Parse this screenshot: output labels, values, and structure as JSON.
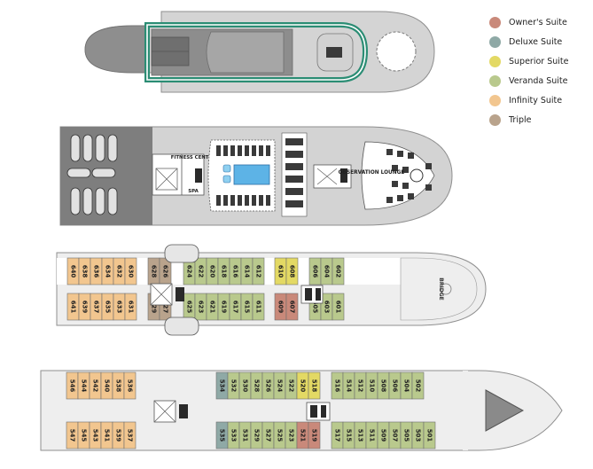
{
  "colors": {
    "owners": "#c9897a",
    "deluxe": "#8fa9a6",
    "superior": "#e3d964",
    "veranda": "#b9c98d",
    "infinity": "#f2c68f",
    "triple": "#b9a38c",
    "hull": "#d0d0d0",
    "hull_dark": "#8a8a8a",
    "track": "#2b8d74"
  },
  "legend": [
    {
      "label": "Owner's Suite",
      "color": "#c9897a"
    },
    {
      "label": "Deluxe Suite",
      "color": "#8fa9a6"
    },
    {
      "label": "Superior Suite",
      "color": "#e3d964"
    },
    {
      "label": "Veranda Suite",
      "color": "#b9c98d"
    },
    {
      "label": "Infinity Suite",
      "color": "#f2c68f"
    },
    {
      "label": "Triple",
      "color": "#b9a38c"
    }
  ],
  "deck7": {},
  "deck6": {
    "fitness_label": "FITNESS CENTER",
    "spa_label": "SPA",
    "lounge_label": "OBSERVATION LOUNGE"
  },
  "deck6_cabins": {
    "bridge_label": "BRIDGE",
    "top_row": [
      {
        "num": "640",
        "type": "infinity"
      },
      {
        "num": "638",
        "type": "infinity"
      },
      {
        "num": "636",
        "type": "infinity"
      },
      {
        "num": "634",
        "type": "infinity"
      },
      {
        "num": "632",
        "type": "infinity"
      },
      {
        "num": "630",
        "type": "infinity"
      },
      {
        "num": "628",
        "type": "triple"
      },
      {
        "num": "626",
        "type": "triple"
      },
      {
        "num": "624",
        "type": "veranda"
      },
      {
        "num": "622",
        "type": "veranda"
      },
      {
        "num": "620",
        "type": "veranda"
      },
      {
        "num": "618",
        "type": "veranda"
      },
      {
        "num": "616",
        "type": "veranda"
      },
      {
        "num": "614",
        "type": "veranda"
      },
      {
        "num": "612",
        "type": "veranda"
      },
      {
        "num": "610",
        "type": "superior"
      },
      {
        "num": "608",
        "type": "superior"
      },
      {
        "num": "606",
        "type": "veranda"
      },
      {
        "num": "604",
        "type": "veranda"
      },
      {
        "num": "602",
        "type": "veranda"
      }
    ],
    "bottom_row": [
      {
        "num": "641",
        "type": "infinity"
      },
      {
        "num": "639",
        "type": "infinity"
      },
      {
        "num": "637",
        "type": "infinity"
      },
      {
        "num": "635",
        "type": "infinity"
      },
      {
        "num": "633",
        "type": "infinity"
      },
      {
        "num": "631",
        "type": "infinity"
      },
      {
        "num": "629",
        "type": "triple"
      },
      {
        "num": "627",
        "type": "triple"
      },
      {
        "num": "625",
        "type": "veranda"
      },
      {
        "num": "623",
        "type": "veranda"
      },
      {
        "num": "621",
        "type": "veranda"
      },
      {
        "num": "619",
        "type": "veranda"
      },
      {
        "num": "617",
        "type": "veranda"
      },
      {
        "num": "615",
        "type": "veranda"
      },
      {
        "num": "611",
        "type": "veranda"
      },
      {
        "num": "609",
        "type": "owners"
      },
      {
        "num": "607",
        "type": "owners"
      },
      {
        "num": "605",
        "type": "veranda"
      },
      {
        "num": "603",
        "type": "veranda"
      },
      {
        "num": "601",
        "type": "veranda"
      }
    ]
  },
  "deck5_cabins": {
    "top_row": [
      {
        "num": "546",
        "type": "infinity"
      },
      {
        "num": "544",
        "type": "infinity"
      },
      {
        "num": "542",
        "type": "infinity"
      },
      {
        "num": "540",
        "type": "infinity"
      },
      {
        "num": "538",
        "type": "infinity"
      },
      {
        "num": "536",
        "type": "infinity"
      },
      {
        "num": "534",
        "type": "deluxe"
      },
      {
        "num": "532",
        "type": "veranda"
      },
      {
        "num": "530",
        "type": "veranda"
      },
      {
        "num": "528",
        "type": "veranda"
      },
      {
        "num": "526",
        "type": "veranda"
      },
      {
        "num": "524",
        "type": "veranda"
      },
      {
        "num": "522",
        "type": "veranda"
      },
      {
        "num": "520",
        "type": "superior"
      },
      {
        "num": "518",
        "type": "superior"
      },
      {
        "num": "516",
        "type": "veranda"
      },
      {
        "num": "514",
        "type": "veranda"
      },
      {
        "num": "512",
        "type": "veranda"
      },
      {
        "num": "510",
        "type": "veranda"
      },
      {
        "num": "508",
        "type": "veranda"
      },
      {
        "num": "506",
        "type": "veranda"
      },
      {
        "num": "504",
        "type": "veranda"
      },
      {
        "num": "502",
        "type": "veranda"
      }
    ],
    "bottom_row": [
      {
        "num": "547",
        "type": "infinity"
      },
      {
        "num": "545",
        "type": "infinity"
      },
      {
        "num": "543",
        "type": "infinity"
      },
      {
        "num": "541",
        "type": "infinity"
      },
      {
        "num": "539",
        "type": "infinity"
      },
      {
        "num": "537",
        "type": "infinity"
      },
      {
        "num": "535",
        "type": "deluxe"
      },
      {
        "num": "533",
        "type": "veranda"
      },
      {
        "num": "531",
        "type": "veranda"
      },
      {
        "num": "529",
        "type": "veranda"
      },
      {
        "num": "527",
        "type": "veranda"
      },
      {
        "num": "525",
        "type": "veranda"
      },
      {
        "num": "523",
        "type": "veranda"
      },
      {
        "num": "521",
        "type": "owners"
      },
      {
        "num": "519",
        "type": "owners"
      },
      {
        "num": "517",
        "type": "veranda"
      },
      {
        "num": "515",
        "type": "veranda"
      },
      {
        "num": "513",
        "type": "veranda"
      },
      {
        "num": "511",
        "type": "veranda"
      },
      {
        "num": "509",
        "type": "veranda"
      },
      {
        "num": "507",
        "type": "veranda"
      },
      {
        "num": "505",
        "type": "veranda"
      },
      {
        "num": "503",
        "type": "veranda"
      },
      {
        "num": "501",
        "type": "veranda"
      }
    ]
  }
}
